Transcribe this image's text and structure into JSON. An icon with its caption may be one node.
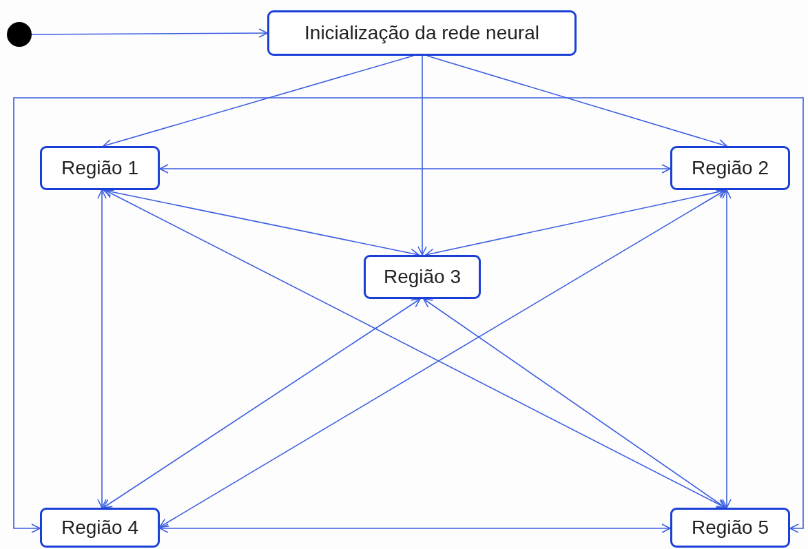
{
  "diagram": {
    "nodes": [
      {
        "text": [],
        "shape": "circle"
      },
      {
        "text": [
          "Inicialização da rede neural"
        ]
      },
      {
        "text": [
          "Região 1"
        ]
      },
      {
        "text": [
          "Região 2"
        ]
      },
      {
        "text": [
          "Região 3"
        ]
      },
      {
        "text": [
          "Região 4"
        ]
      },
      {
        "text": [
          "Região 5"
        ]
      }
    ],
    "edges": [
      {
        "from": 0,
        "to": 1,
        "arrow": "to"
      },
      {
        "from": 1,
        "to": 2,
        "arrow": "to"
      },
      {
        "from": 1,
        "to": 3,
        "arrow": "to"
      },
      {
        "from": 1,
        "to": 4,
        "arrow": "to"
      },
      {
        "from": 2,
        "to": 3,
        "arrow": "both"
      },
      {
        "from": 2,
        "to": 4,
        "arrow": "both"
      },
      {
        "from": 3,
        "to": 4,
        "arrow": "both"
      },
      {
        "from": 2,
        "to": 5,
        "arrow": "both"
      },
      {
        "from": 2,
        "to": 6,
        "arrow": "both"
      },
      {
        "from": 3,
        "to": 5,
        "arrow": "both"
      },
      {
        "from": 3,
        "to": 6,
        "arrow": "both"
      },
      {
        "from": 4,
        "to": 5,
        "arrow": "both"
      },
      {
        "from": 4,
        "to": 6,
        "arrow": "both"
      },
      {
        "from": 5,
        "to": 6,
        "arrow": "both"
      },
      {
        "from": 5,
        "to": 6,
        "arrow": "both"
      }
    ]
  }
}
